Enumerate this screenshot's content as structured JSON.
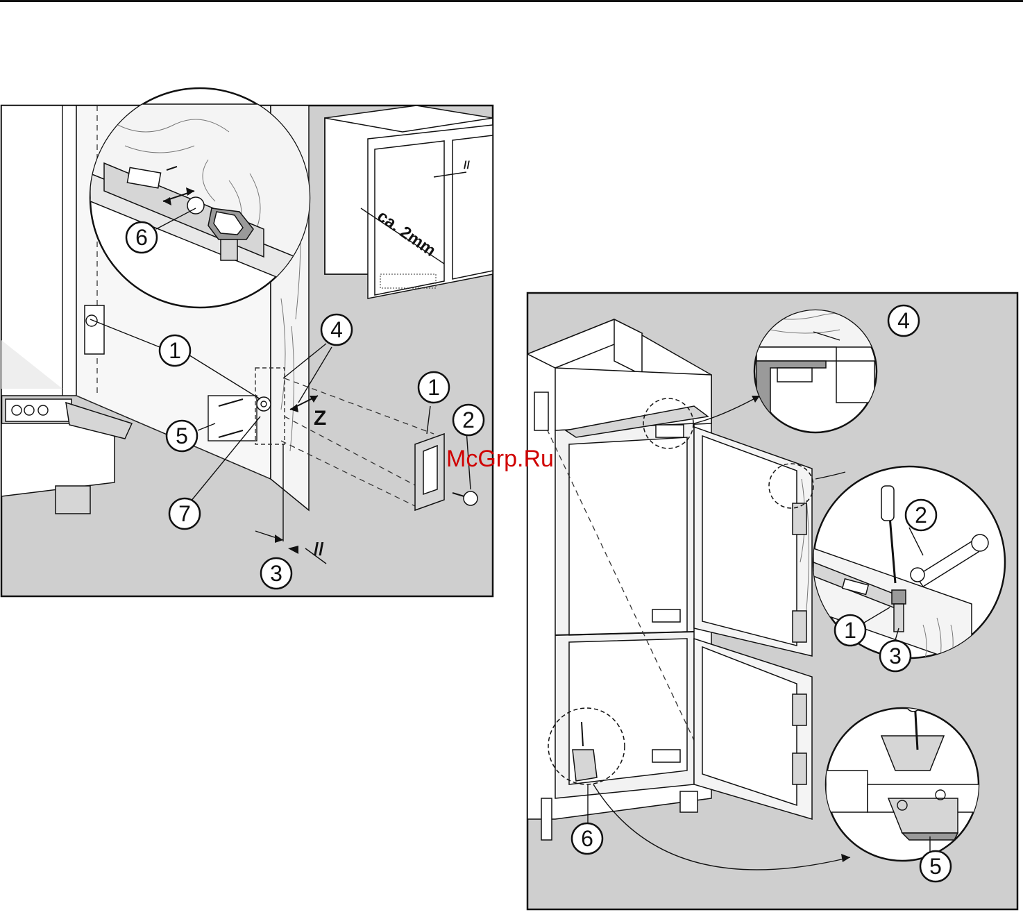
{
  "left_panel": {
    "callouts": [
      "6",
      "1",
      "4",
      "5",
      "7",
      "1",
      "2",
      "3"
    ],
    "z_label": "Z",
    "gap_symbol": "//"
  },
  "inset": {
    "dimension_label": "ca. 2mm",
    "gap_symbol": "//"
  },
  "right_panel": {
    "callouts": [
      "4",
      "2",
      "1",
      "3",
      "6",
      "5"
    ]
  },
  "watermark": "McGrp.Ru"
}
